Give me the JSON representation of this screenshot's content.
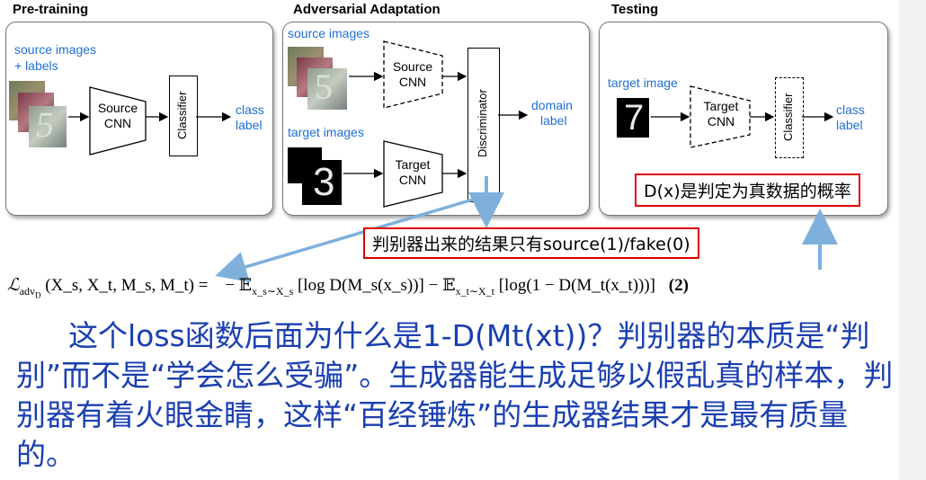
{
  "panels": {
    "pretraining": {
      "title": "Pre-training",
      "input_label_line1": "source images",
      "input_label_line2": "+ labels",
      "encoder_line1": "Source",
      "encoder_line2": "CNN",
      "classifier": "Classifier",
      "output_line1": "class",
      "output_line2": "label"
    },
    "adversarial": {
      "title": "Adversarial Adaptation",
      "source_label": "source images",
      "target_label": "target images",
      "source_encoder_line1": "Source",
      "source_encoder_line2": "CNN",
      "target_encoder_line1": "Target",
      "target_encoder_line2": "CNN",
      "discriminator": "Discriminator",
      "output_line1": "domain",
      "output_line2": "label"
    },
    "testing": {
      "title": "Testing",
      "input_label": "target image",
      "target_digit": "7",
      "encoder_line1": "Target",
      "encoder_line2": "CNN",
      "classifier": "Classifier",
      "output_line1": "class",
      "output_line2": "label"
    }
  },
  "annotations": {
    "dx_note": "D(x)是判定为真数据的概率",
    "discriminator_note": "判别器出来的结果只有source(1)/fake(0)"
  },
  "formula": {
    "lhs": "ℒ",
    "lhs_sub": "adv",
    "lhs_subsub": "D",
    "args": "(X_s, X_t, M_s, M_t) =",
    "rhs": "− 𝔼",
    "rhs_sub1": "x_s∼X_s",
    "term1": "[log D(M_s(x_s))] − 𝔼",
    "rhs_sub2": "x_t∼X_t",
    "term2": "[log(1 − D(M_t(x_t)))]",
    "number": "(2)"
  },
  "explanation": "这个loss函数后面为什么是1-D(Mt(xt))？判别器的本质是“判别”而不是“学会怎么受骗”。生成器能生成足够以假乱真的样本，判别器有着火眼金睛，这样“百经锤炼”的生成器结果才是最有质量的。",
  "colors": {
    "label_blue": "#1f6fd6",
    "annotation_red": "#e00000",
    "arrow_blue": "#7fb0dc",
    "text_blue": "#1a3fb0"
  }
}
